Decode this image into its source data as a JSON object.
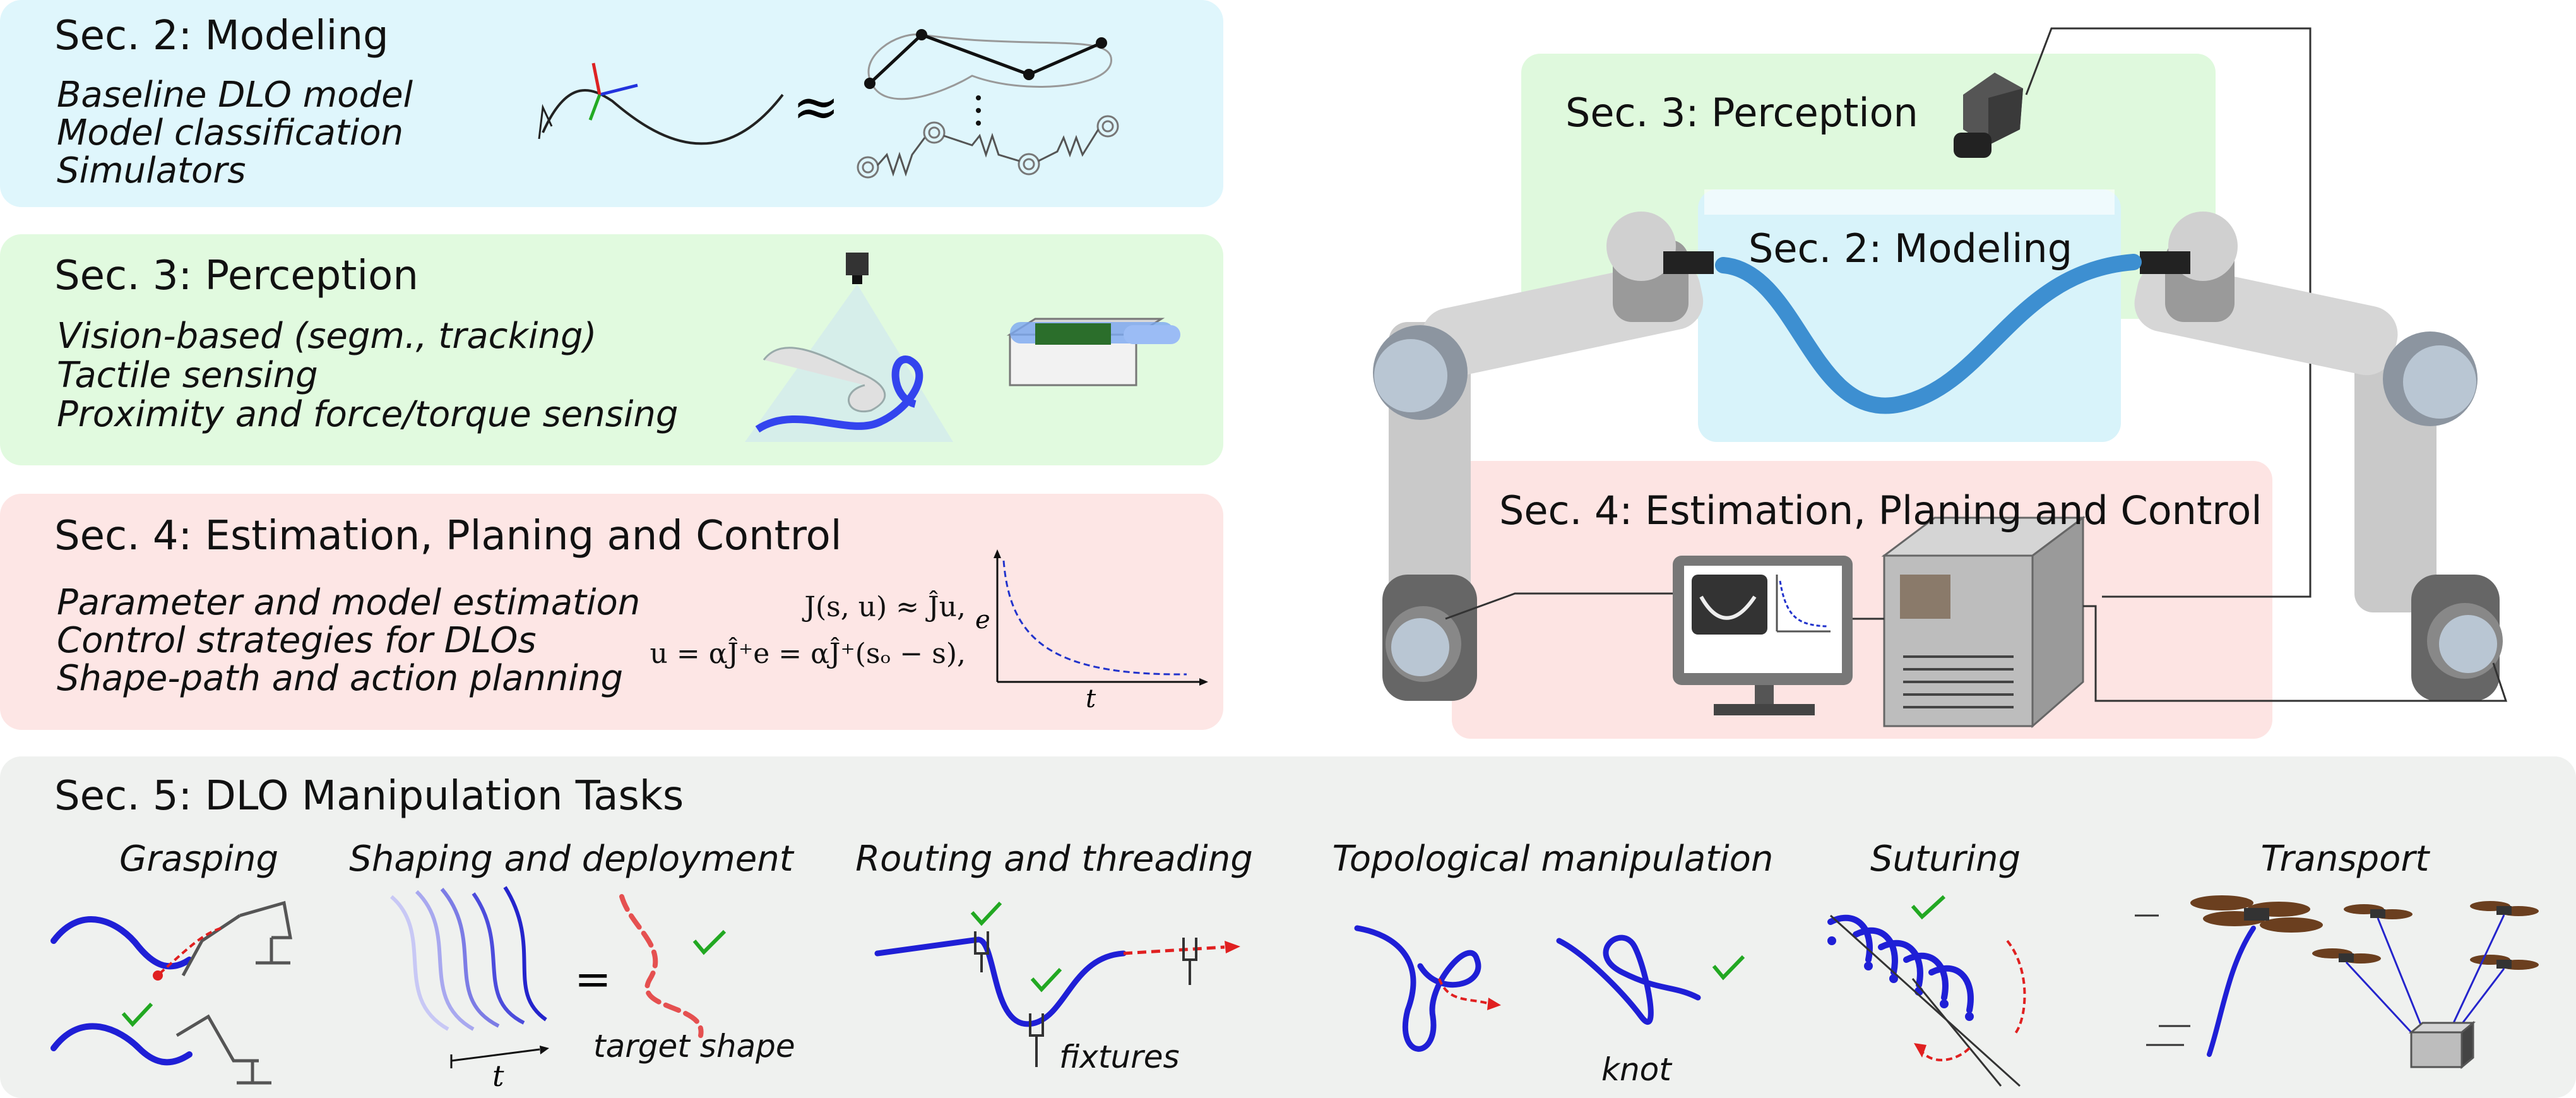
{
  "modeling": {
    "title": "Sec. 2: Modeling",
    "items": [
      "Baseline DLO model",
      "Model classification",
      "Simulators"
    ],
    "approx_symbol": "≈"
  },
  "perception": {
    "title": "Sec. 3: Perception",
    "items": [
      "Vision-based (segm., tracking)",
      "Tactile sensing",
      "Proximity and force/torque sensing"
    ]
  },
  "estimation": {
    "title": "Sec. 4: Estimation, Planing and Control",
    "items": [
      "Parameter and model estimation",
      "Control strategies for DLOs",
      "Shape-path and action planning"
    ],
    "eq1": "J(s, u) ≈ Ĵu,",
    "eq2": "u = αĴ⁺e = αĴ⁺(sₒ − s),",
    "plot_ylabel": "e",
    "plot_xlabel": "t"
  },
  "robot_scene": {
    "perception_label": "Sec. 3: Perception",
    "modeling_label": "Sec. 2: Modeling",
    "estimation_label": "Sec. 4: Estimation, Planing and Control"
  },
  "tasks": {
    "title": "Sec. 5: DLO Manipulation Tasks",
    "labels": [
      "Grasping",
      "Shaping and deployment",
      "Routing and threading",
      "Topological manipulation",
      "Suturing",
      "Transport"
    ],
    "shaping_t": "t",
    "shaping_equals": "=",
    "shaping_target": "target shape",
    "routing_fixtures": "fixtures",
    "topo_knot": "knot"
  },
  "colors": {
    "modeling_bg": "#dff6fc",
    "perception_bg": "#e1fadf",
    "estimation_bg": "#fde6e5",
    "tasks_bg": "#eff1ef",
    "dlo_blue": "#1f1fd6",
    "check_green": "#22a822",
    "dash_red": "#e02020"
  }
}
